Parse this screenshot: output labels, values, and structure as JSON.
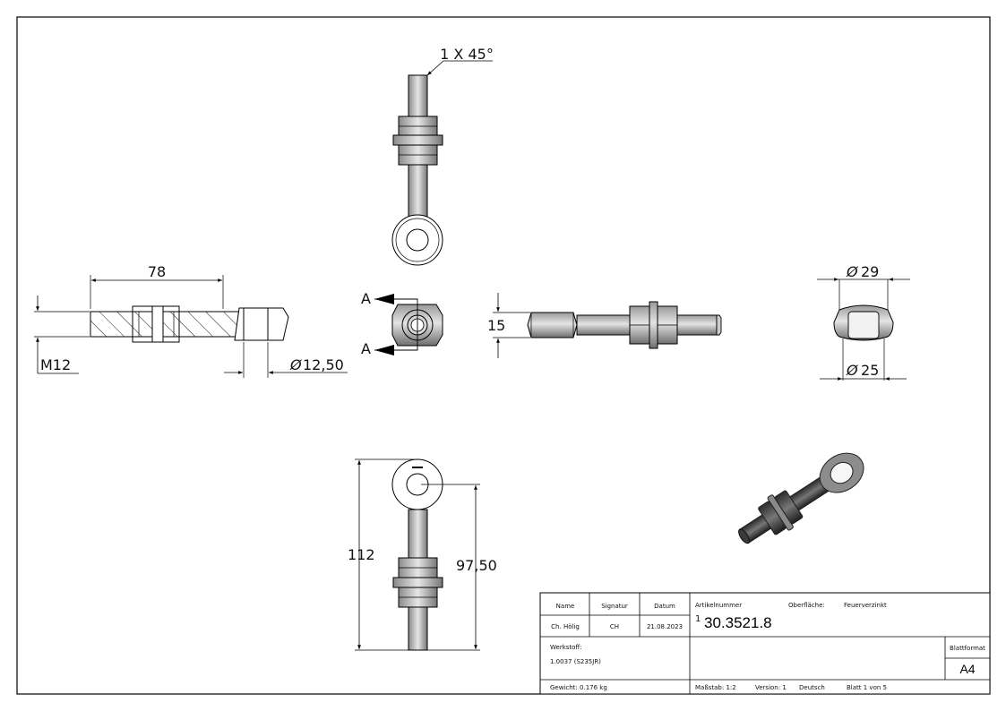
{
  "dimensions": {
    "chamfer": "1 X 45°",
    "length": "78",
    "thread": "M12",
    "hole_diameter": "12,50",
    "section_label_1": "A",
    "section_label_2": "A",
    "thickness": "15",
    "outer_diameter": "29",
    "inner_diameter": "25",
    "total_length": "112",
    "center_length": "97,50",
    "diameter_symbol": "Ø"
  },
  "title_block": {
    "name_header": "Name",
    "signature_header": "Signatur",
    "date_header": "Datum",
    "name_value": "Ch. Hölig",
    "signature_value": "CH",
    "date_value": "21.08.2023",
    "article_label": "Artikelnummer",
    "surface_label": "Oberfläche:",
    "surface_value": "Feuerverzinkt",
    "revision": "1",
    "article_number": "30.3521.8",
    "material_label": "Werkstoff:",
    "material_value": "1.0037 (S235JR)",
    "sheet_format_label": "Blattformat",
    "sheet_format_value": "A4",
    "weight": "Gewicht: 0.176 kg",
    "scale": "Maßstab: 1:2",
    "version": "Version: 1",
    "language": "Deutsch",
    "sheet": "Blatt 1 von 5"
  }
}
